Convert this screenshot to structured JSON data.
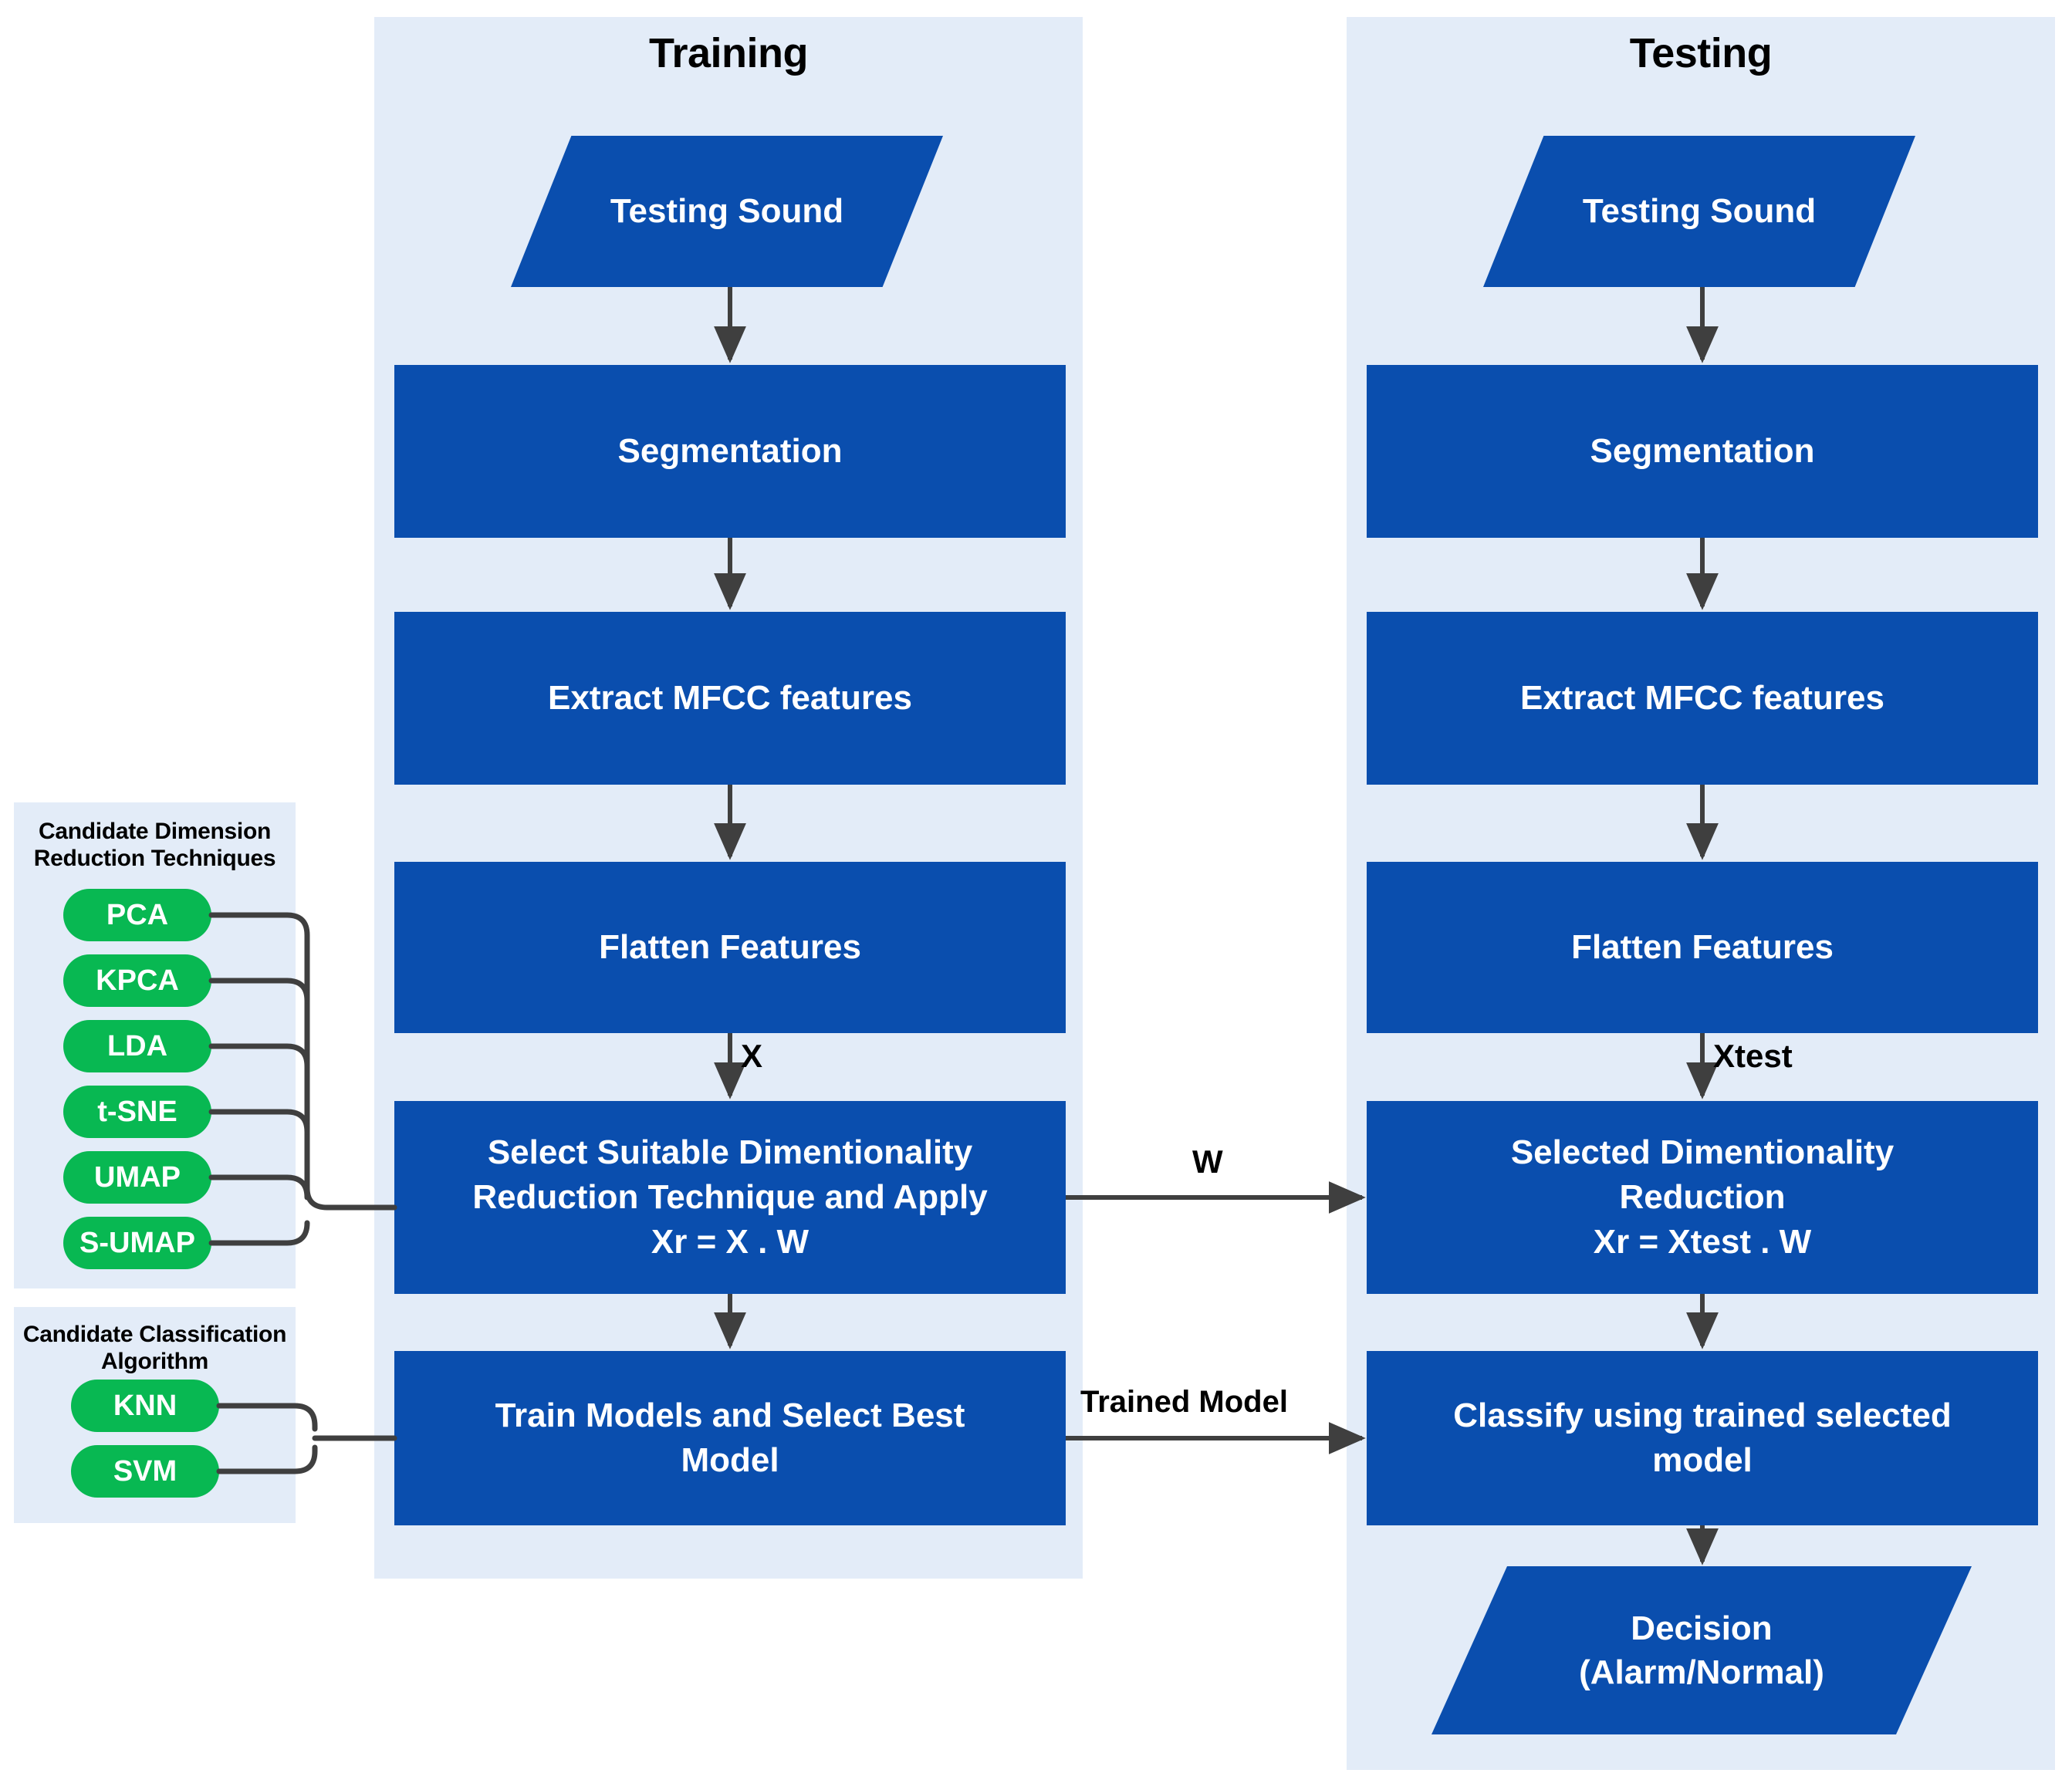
{
  "diagram": {
    "title": "Sound classification pipeline (Training / Testing)",
    "colors": {
      "panel_bg": "#e3ecf8",
      "node_blue": "#0a4eae",
      "pill_green": "#08b852",
      "arrow_gray": "#3f3f3f",
      "text_on_node": "#ffffff",
      "page_bg": "#ffffff"
    }
  },
  "training": {
    "title": "Training",
    "nodes": {
      "input": "Testing Sound",
      "segmentation": "Segmentation",
      "mfcc": "Extract MFCC features",
      "flatten": "Flatten Features",
      "reduce_line1": "Select Suitable Dimentionality",
      "reduce_line2": "Reduction Technique and Apply",
      "reduce_line3": "Xr = X . W",
      "train_line1": "Train Models and Select Best",
      "train_line2": "Model"
    }
  },
  "testing": {
    "title": "Testing",
    "nodes": {
      "input": "Testing Sound",
      "segmentation": "Segmentation",
      "mfcc": "Extract MFCC features",
      "flatten": "Flatten Features",
      "reduce_line1": "Selected Dimentionality",
      "reduce_line2": "Reduction",
      "reduce_line3": "Xr = Xtest . W",
      "classify_line1": "Classify using trained selected",
      "classify_line2": "model",
      "decision_line1": "Decision",
      "decision_line2": "(Alarm/Normal)"
    }
  },
  "edge_labels": {
    "x": "X",
    "xtest": "Xtest",
    "w": "W",
    "trained_model": "Trained Model"
  },
  "candidate_dr": {
    "title_line1": "Candidate Dimension",
    "title_line2": "Reduction Techniques",
    "items": [
      {
        "label": "PCA"
      },
      {
        "label": "KPCA"
      },
      {
        "label": "LDA"
      },
      {
        "label": "t-SNE"
      },
      {
        "label": "UMAP"
      },
      {
        "label": "S-UMAP"
      }
    ]
  },
  "candidate_clf": {
    "title_line1": "Candidate Classification",
    "title_line2": "Algorithm",
    "items": [
      {
        "label": "KNN"
      },
      {
        "label": "SVM"
      }
    ]
  }
}
